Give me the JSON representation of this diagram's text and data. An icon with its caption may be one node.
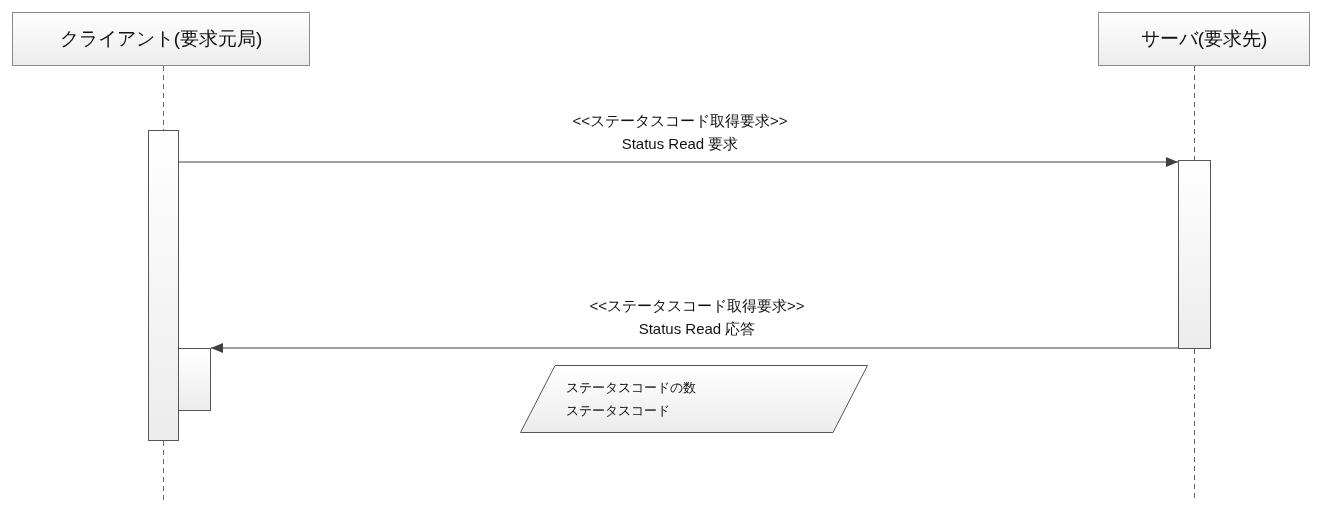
{
  "diagram": {
    "nodes": [
      {
        "text": [
          "クライアント(要求元局)"
        ]
      },
      {
        "text": [
          "サーバ(要求先)"
        ]
      },
      {
        "text": [],
        "shape": "bar"
      },
      {
        "text": [],
        "shape": "bar"
      },
      {
        "text": [],
        "shape": "bar"
      },
      {
        "text": [
          "ステータスコードの数",
          "ステータスコード"
        ]
      }
    ],
    "edges": [
      {
        "from": 0,
        "to": 2,
        "arrow": "none",
        "style": "dashed"
      },
      {
        "from": 2,
        "to": null,
        "arrow": "none",
        "style": "dashed"
      },
      {
        "from": 1,
        "to": 3,
        "arrow": "none",
        "style": "dashed"
      },
      {
        "from": 3,
        "to": null,
        "arrow": "none",
        "style": "dashed"
      },
      {
        "from": 2,
        "to": 3,
        "arrow": "to",
        "label": "<<ステータスコード取得要求>> Status Read 要求"
      },
      {
        "from": 3,
        "to": 4,
        "arrow": "to",
        "label": "<<ステータスコード取得要求>> Status Read 応答"
      }
    ]
  }
}
